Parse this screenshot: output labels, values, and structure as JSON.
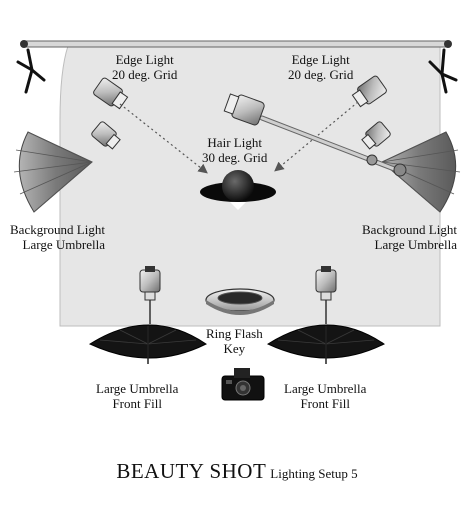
{
  "labels": {
    "edge_light_left": {
      "line1": "Edge Light",
      "line2": "20 deg. Grid"
    },
    "edge_light_right": {
      "line1": "Edge Light",
      "line2": "20 deg. Grid"
    },
    "hair_light": {
      "line1": "Hair Light",
      "line2": "30 deg. Grid"
    },
    "background_light_left": {
      "line1": "Background Light",
      "line2": "Large Umbrella"
    },
    "background_light_right": {
      "line1": "Background Light",
      "line2": "Large Umbrella"
    },
    "ring_flash": {
      "line1": "Ring Flash",
      "line2": "Key"
    },
    "fill_left": {
      "line1": "Large Umbrella",
      "line2": "Front Fill"
    },
    "fill_right": {
      "line1": "Large Umbrella",
      "line2": "Front Fill"
    }
  },
  "title": {
    "main": "BEAUTY SHOT",
    "sub": "Lighting Setup 5"
  },
  "colors": {
    "backdrop": "#e6e6e6",
    "umbrella_dark": "#141414",
    "umbrella_grey": "#8c8c8c",
    "light_head": "#bdbdbd",
    "beam": "#555555"
  }
}
